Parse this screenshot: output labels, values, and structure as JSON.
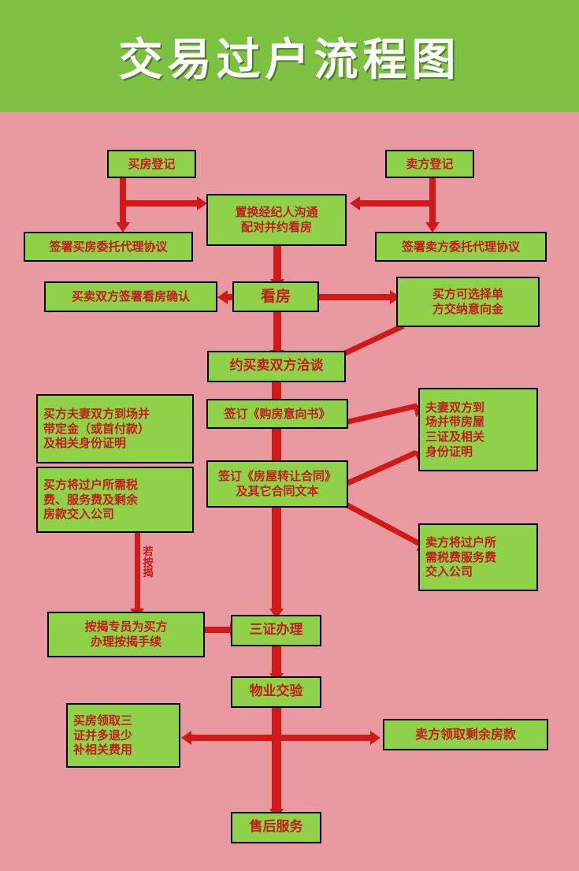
{
  "header": {
    "title": "交易过户流程图"
  },
  "colors": {
    "header_bg": "#7dc142",
    "canvas_bg": "#e89aa0",
    "box_bg": "#8fd24a",
    "box_border": "#000000",
    "text": "#c41c1c",
    "arrow": "#d01a1a"
  },
  "nodes": {
    "buyer_register": "买房登记",
    "seller_register": "卖方登记",
    "broker_match": "置换经纪人沟通\n配对并约看房",
    "buyer_agreement": "签署买房委托代理协议",
    "seller_agreement": "签署卖方委托代理协议",
    "both_sign_view": "买卖双方签署看房确认",
    "view_house": "看房",
    "buyer_deposit_option": "买方可选择单\n方交纳意向金",
    "negotiation": "约买卖双方洽谈",
    "buyer_couple_onsite": "买方夫妻双方到场并\n带定金（或首付款）\n及相关身份证明",
    "buyer_pay_fees": "买方将过户所需税\n费、服务费及剩余\n房款交入公司",
    "sign_intent": "签订《购房意向书》",
    "sign_transfer": "签订《房屋转让合同》\n及其它合同文本",
    "seller_couple_onsite": "夫妻双方到\n场并带房屋\n三证及相关\n身份证明",
    "seller_pay_fees": "卖方将过户所\n需税费服务费\n交入公司",
    "mortgage_officer": "按揭专员为买方\n办理按揭手续",
    "three_certs": "三证办理",
    "property_handover": "物业交验",
    "buyer_receive_certs": "买房领取三\n证并多退少\n补相关费用",
    "seller_receive_money": "卖方领取剩余房款",
    "after_sales": "售后服务"
  },
  "edge_labels": {
    "if_mortgage": "若按揭"
  }
}
